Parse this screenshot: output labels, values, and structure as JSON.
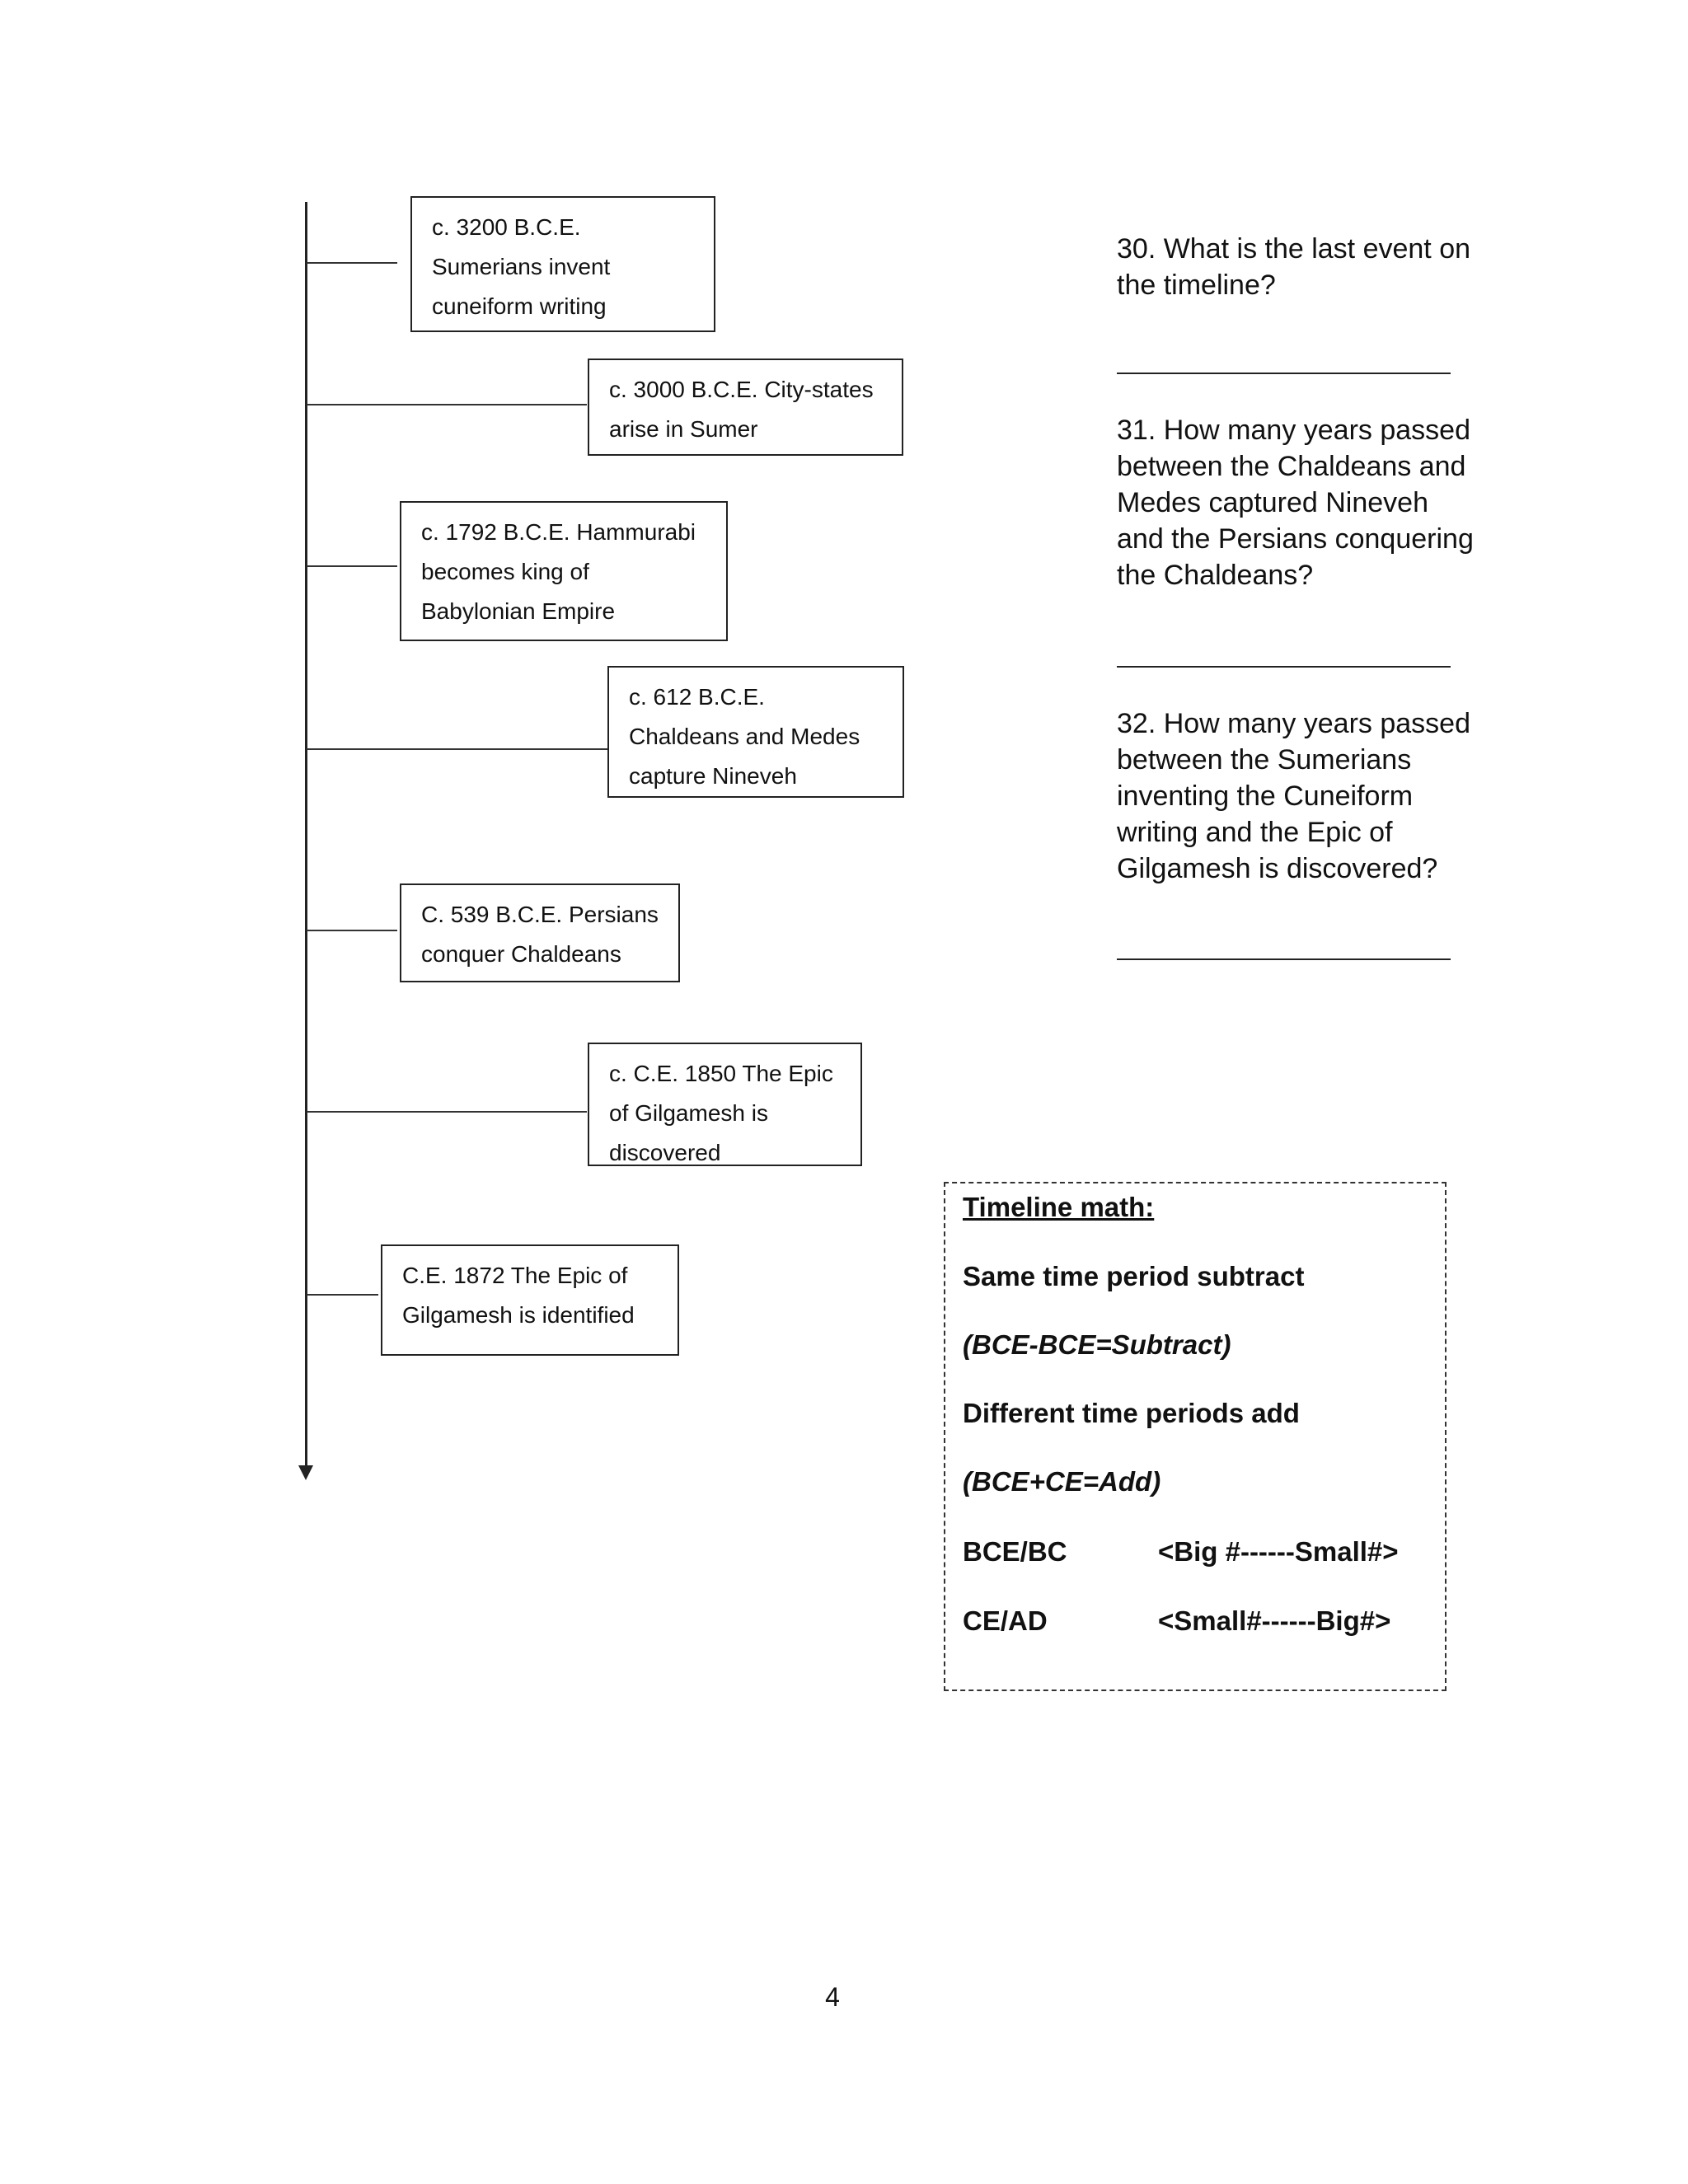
{
  "timeline": {
    "events": [
      {
        "lines": [
          "c. 3200 B.C.E.",
          "Sumerians invent",
          "cuneiform writing"
        ]
      },
      {
        "lines": [
          "c. 3000 B.C.E.  City-states",
          "arise in Sumer"
        ]
      },
      {
        "lines": [
          "c. 1792 B.C.E.  Hammurabi",
          "becomes  king of",
          "Babylonian Empire"
        ]
      },
      {
        "lines": [
          "c. 612 B.C.E.",
          "Chaldeans and Medes",
          "capture Nineveh"
        ]
      },
      {
        "lines": [
          "C. 539 B.C.E.  Persians",
          "conquer Chaldeans"
        ]
      },
      {
        "lines": [
          "c. C.E.  1850 The  Epic",
          "of Gilgamesh is",
          "discovered"
        ]
      },
      {
        "lines": [
          "C.E.  1872 The  Epic of",
          "Gilgamesh is identified"
        ]
      }
    ]
  },
  "questions": [
    {
      "lines": [
        "30.  What is the last event on",
        "the timeline?"
      ]
    },
    {
      "lines": [
        "31.  How many years passed",
        "between the Chaldeans and",
        "Medes captured Nineveh",
        "and the Persians conquering",
        "the Chaldeans?"
      ]
    },
    {
      "lines": [
        "32.  How many years passed",
        "between the Sumerians",
        "inventing the Cuneiform",
        "writing and the Epic of",
        "Gilgamesh is discovered?"
      ]
    }
  ],
  "timeline_math": {
    "heading": "Timeline math:",
    "same_period": "Same time period subtract",
    "same_formula": "(BCE-BCE=Subtract)",
    "different_period": "Different time periods add",
    "different_formula": "(BCE+CE=Add)",
    "bce_label": "BCE/BC",
    "bce_rule": "<Big #------Small#>",
    "ce_label": "CE/AD",
    "ce_rule": "<Small#------Big#>"
  },
  "page_number": "4"
}
